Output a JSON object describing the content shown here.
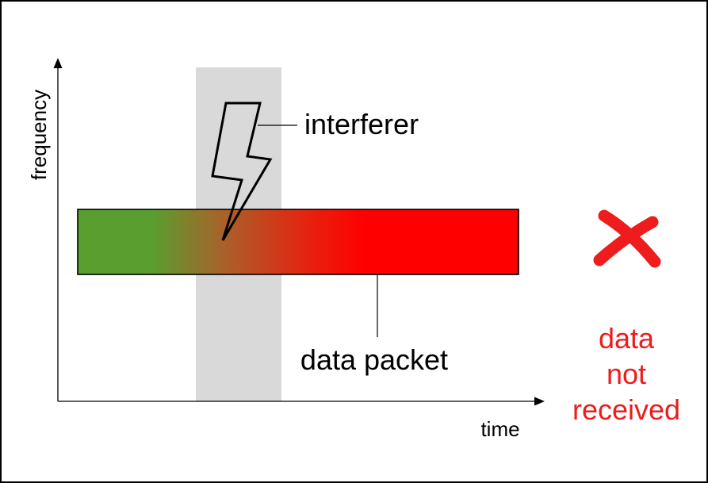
{
  "axes": {
    "y_label": "frequency",
    "x_label": "time"
  },
  "labels": {
    "interferer": "interferer",
    "data_packet": "data packet"
  },
  "status": {
    "line1": "data",
    "line2": "not",
    "line3": "received"
  },
  "icons": {
    "lightning": "lightning-bolt-icon",
    "failure": "red-x-cross-icon"
  },
  "colors": {
    "packet_start": "#5a9e2f",
    "packet_end": "#ff0000",
    "interference_band": "#d9d9d9",
    "status_red": "#ee1c1c",
    "text": "#000000"
  }
}
